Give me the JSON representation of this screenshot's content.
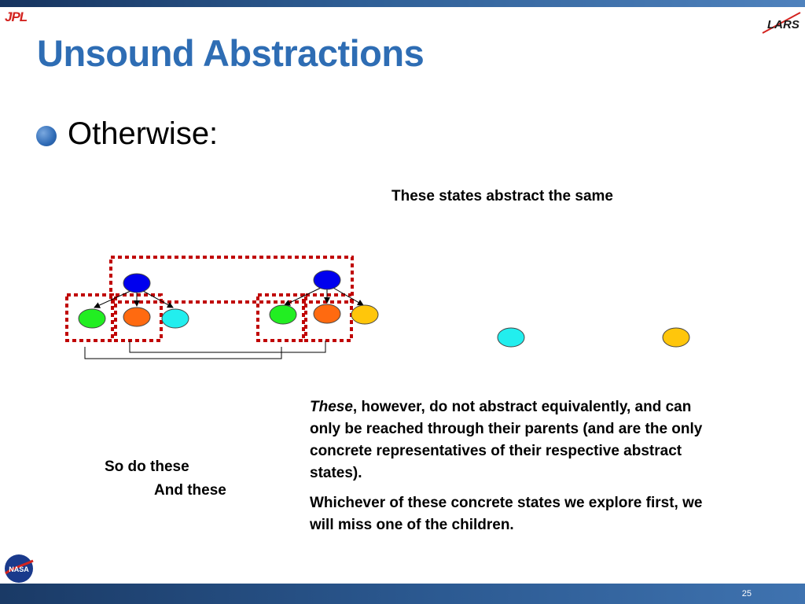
{
  "header": {
    "jpl_logo": "JPL",
    "lars_logo": "LARS",
    "title": "Unsound Abstractions"
  },
  "bullet": {
    "text": "Otherwise:"
  },
  "labels": {
    "same": "These states abstract the same",
    "so_do": "So do these",
    "and_these": "And these"
  },
  "paragraph1": {
    "emph": "These",
    "rest": ", however, do not abstract equivalently, and can only be reached through their parents (and are the only concrete representatives of their respective abstract states)."
  },
  "paragraph2": "Whichever of these concrete states we explore first, we will miss one of the children.",
  "footer": {
    "page_number": "25",
    "nasa_logo": "NASA"
  },
  "colors": {
    "title": "#2e6db4",
    "node_blue": "#0000ee",
    "node_green": "#22ee22",
    "node_orange": "#ff6a10",
    "node_cyan": "#22eeee",
    "node_yellow": "#ffc60b",
    "box_red": "#c00000"
  }
}
